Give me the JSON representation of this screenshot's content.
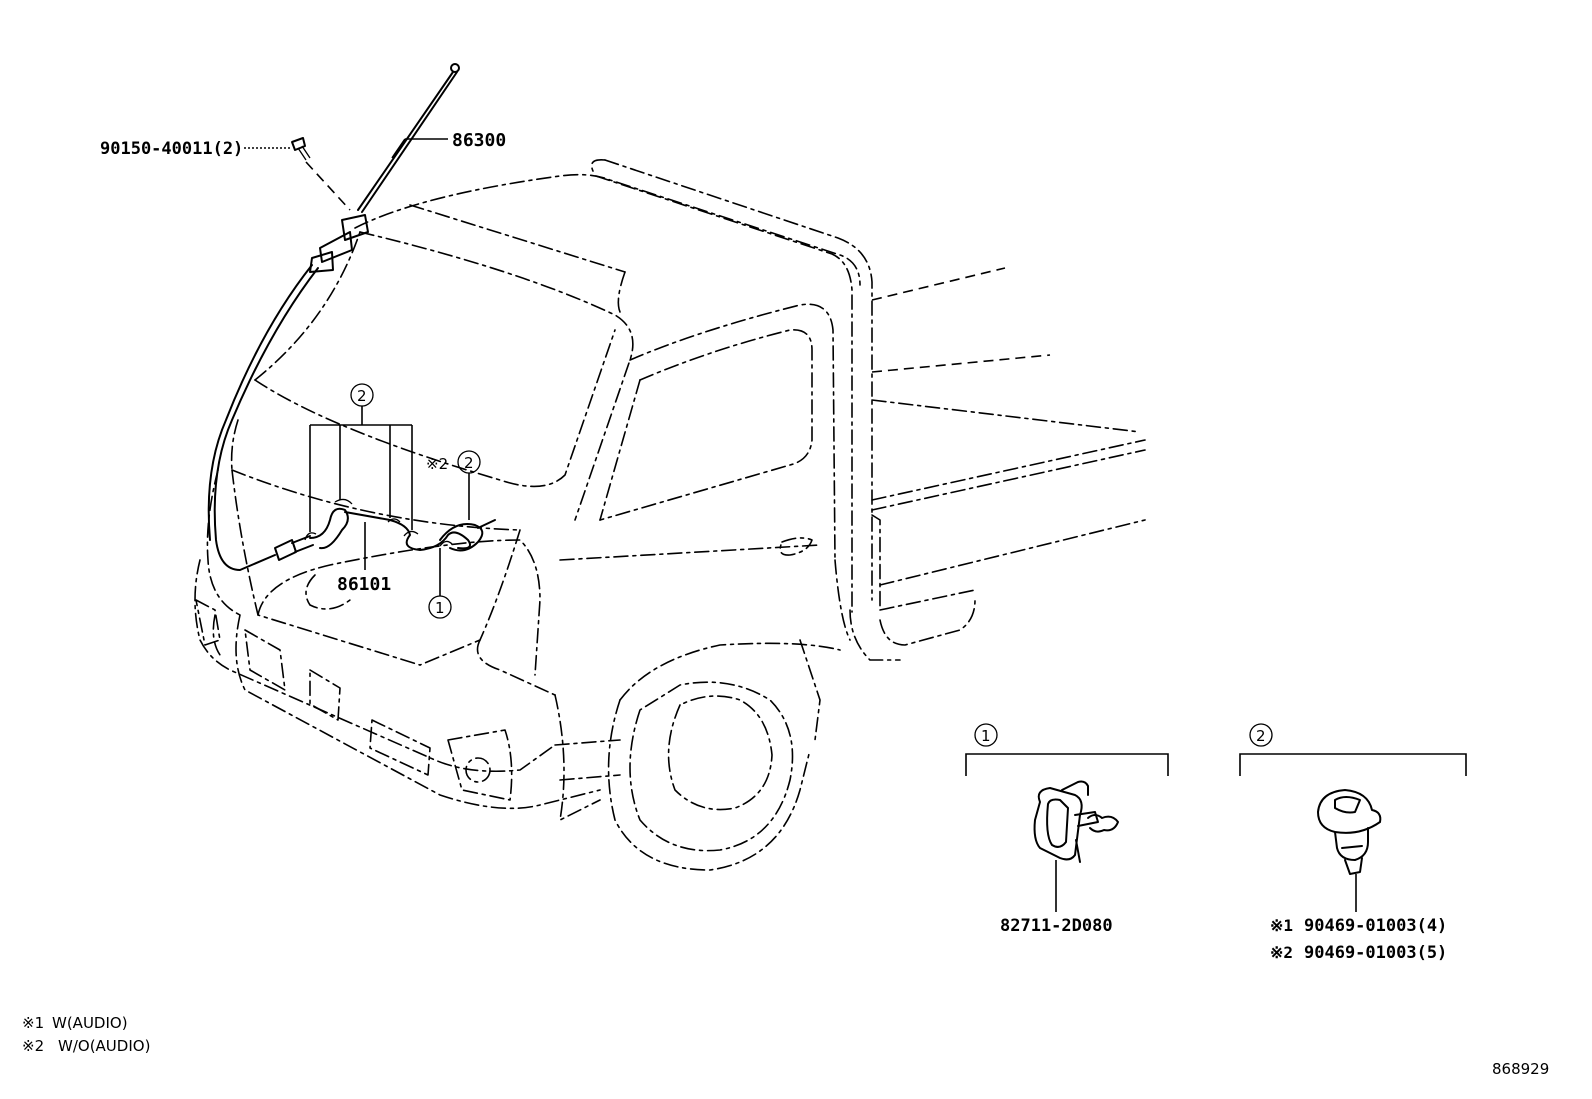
{
  "parts": {
    "screw": "90150-40011(2)",
    "antenna_rod": "86300",
    "cord": "86101",
    "clamp_part": "82711-2D080",
    "clip_part_w_audio": "90469-01003(4)",
    "clip_part_wo_audio": "90469-01003(5)"
  },
  "callouts": {
    "one": "1",
    "two": "2"
  },
  "notes": {
    "mark": "※",
    "note1_mark": "※1",
    "note1_text": "W(AUDIO)",
    "note2_mark": "※2",
    "note2_text": "W/O(AUDIO)"
  },
  "figure_id": "868929"
}
